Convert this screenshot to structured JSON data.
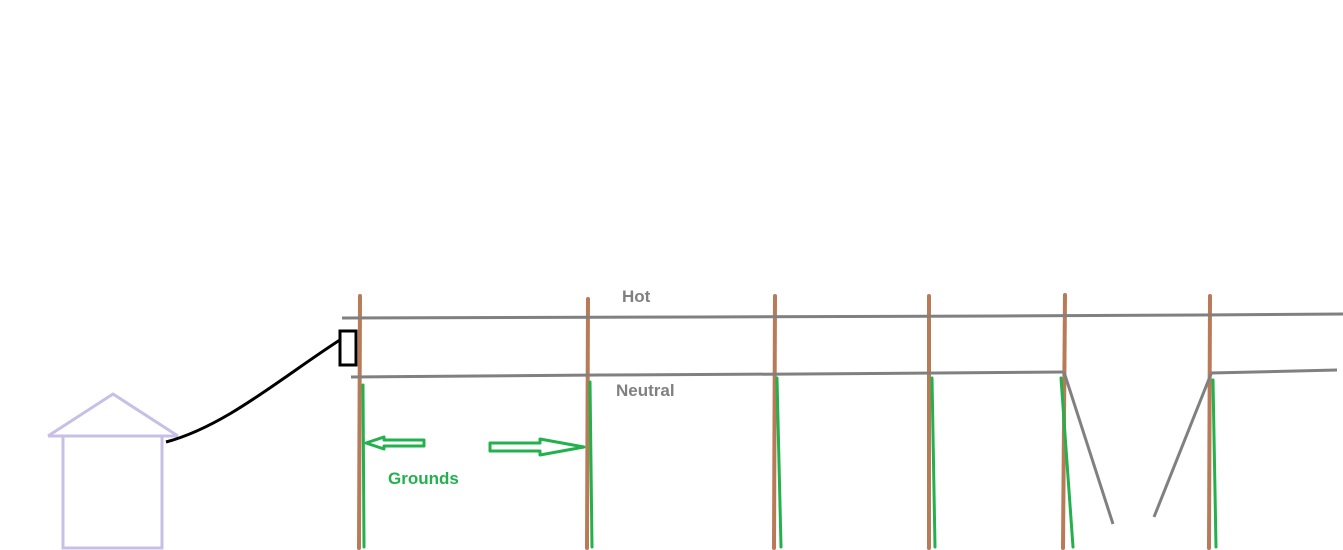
{
  "labels": {
    "hot": "Hot",
    "neutral": "Neutral",
    "grounds": "Grounds"
  },
  "colors": {
    "wire": "#808080",
    "pole": "#b97a57",
    "ground": "#22b14c",
    "house": "#c8bfe7",
    "service_drop": "#000000"
  }
}
